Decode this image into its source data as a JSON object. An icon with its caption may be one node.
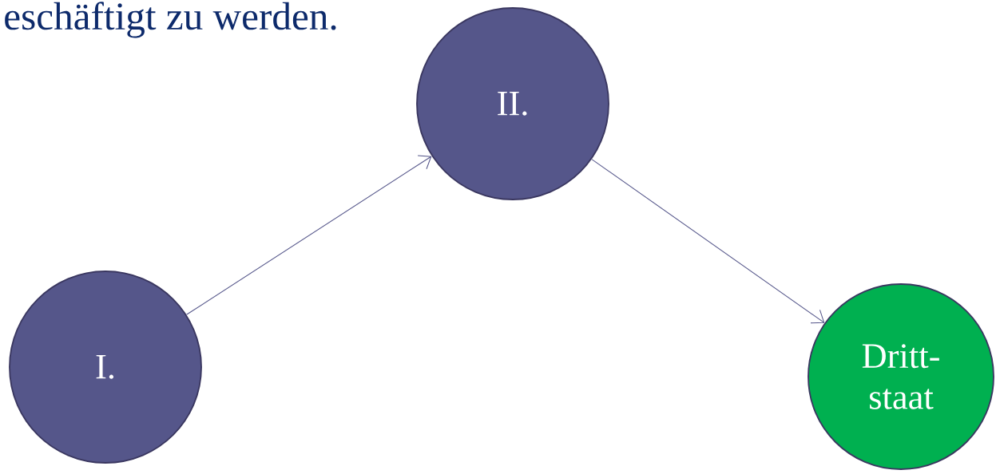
{
  "diagram": {
    "nodes": [
      {
        "text": [
          "I."
        ]
      },
      {
        "text": [
          "II."
        ]
      },
      {
        "text": [
          "Dritt- staat"
        ]
      }
    ],
    "edges": [
      {
        "from": 0,
        "to": 1,
        "arrow": "to"
      },
      {
        "from": 1,
        "to": 2,
        "arrow": "to"
      }
    ],
    "labels": [
      "eschäftigt zu werden."
    ]
  }
}
